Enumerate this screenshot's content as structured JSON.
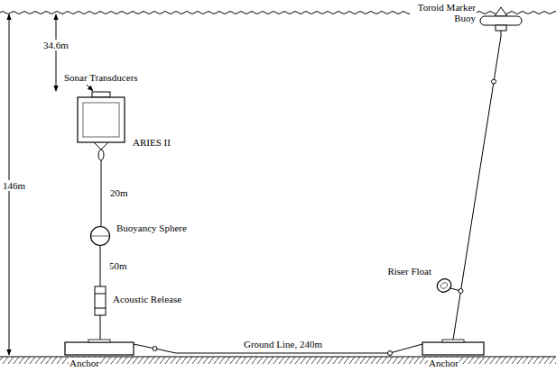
{
  "diagram": {
    "nodes": [
      {
        "text": [
          "Toroid Marker Buoy"
        ]
      },
      {
        "text": [
          "ARIES II"
        ]
      },
      {
        "text": [
          "Buoyancy Sphere"
        ]
      },
      {
        "text": [
          "Riser Float"
        ]
      },
      {
        "text": [
          "Acoustic Release"
        ]
      },
      {
        "text": [
          "Anchor"
        ]
      },
      {
        "text": [
          "Anchor"
        ]
      }
    ],
    "edges": [
      {
        "from": 1,
        "to": 2,
        "arrow": "none",
        "label": "20m"
      },
      {
        "from": 2,
        "to": 4,
        "arrow": "none",
        "label": "50m"
      },
      {
        "from": 4,
        "to": 5,
        "arrow": "none"
      },
      {
        "from": 5,
        "to": 6,
        "arrow": "none",
        "label": "Ground Line, 240m"
      },
      {
        "from": 6,
        "to": 0,
        "arrow": "none"
      }
    ],
    "labels": [
      "34.6m",
      "Sonar Transducers",
      "146m"
    ]
  }
}
